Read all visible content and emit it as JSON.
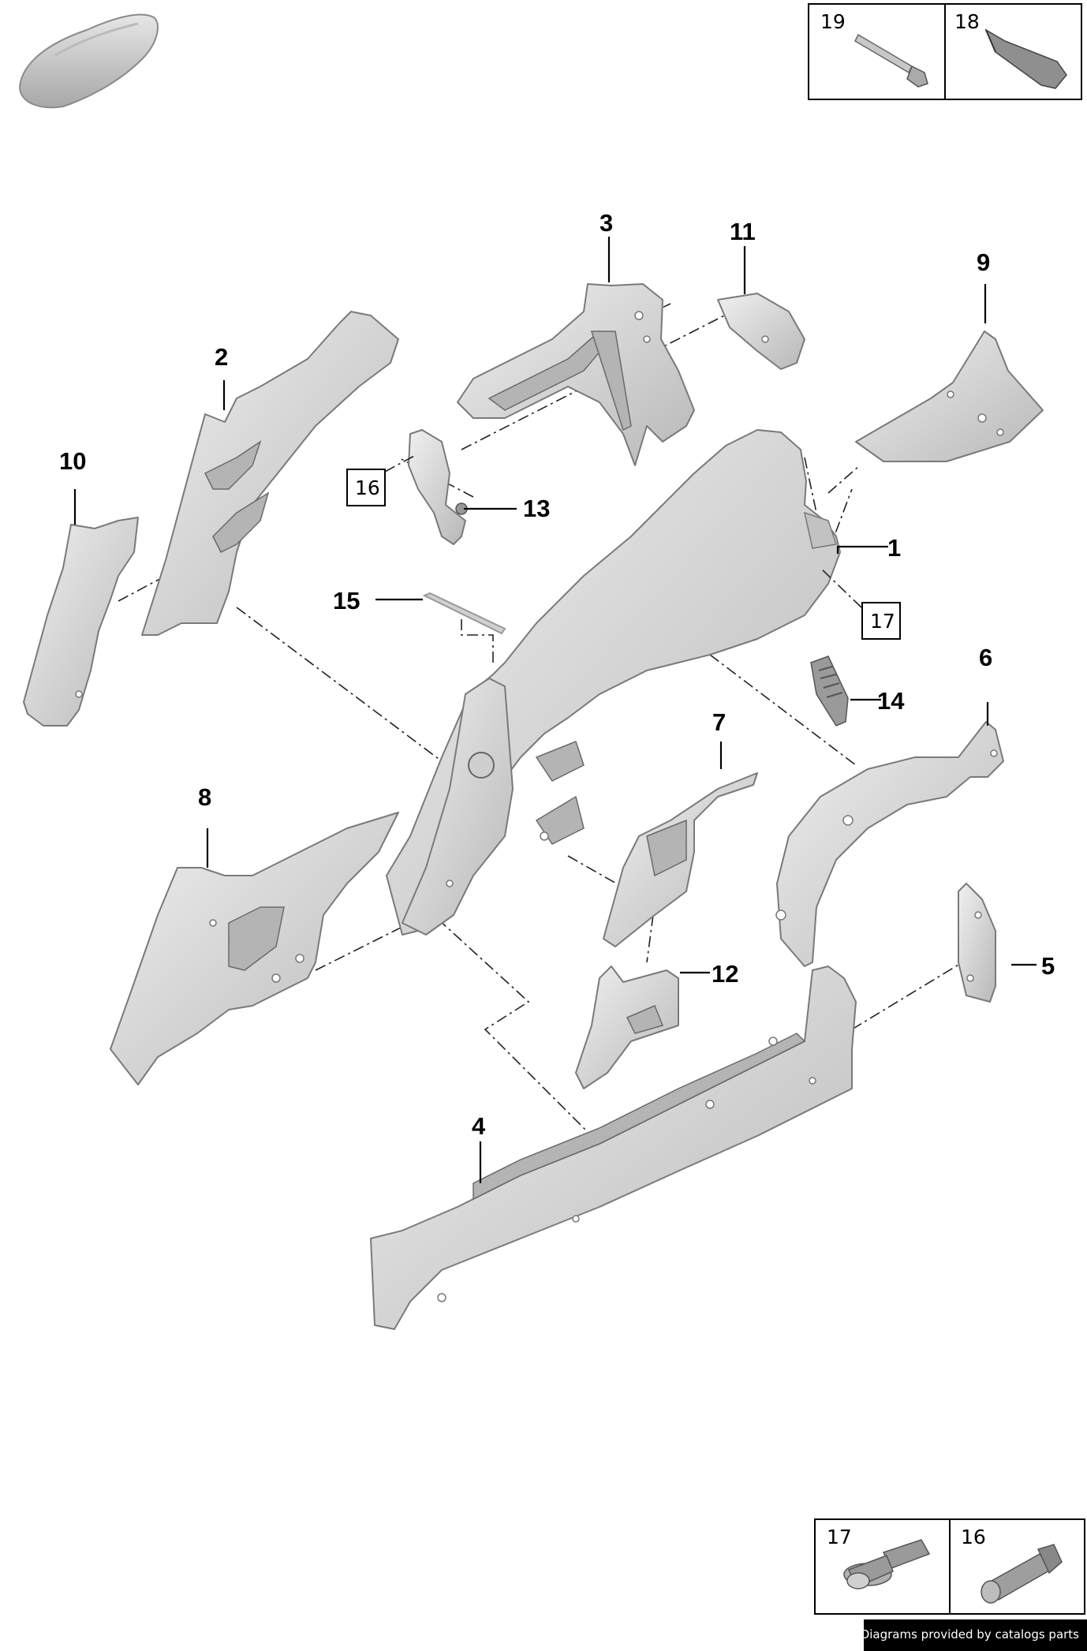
{
  "callouts": [
    "1",
    "2",
    "3",
    "4",
    "5",
    "6",
    "7",
    "8",
    "9",
    "10",
    "11",
    "12",
    "13",
    "14",
    "15"
  ],
  "boxed_refs": [
    "16",
    "17"
  ],
  "top_legend": [
    "19",
    "18"
  ],
  "bottom_legend": [
    "17",
    "16"
  ],
  "footer": {
    "credit": "Diagrams provided by catalogs parts"
  },
  "colors": {
    "part_fill": "#d9d9d9",
    "outline": "#7a7a7a",
    "text": "#000000",
    "footer_bg": "#000000"
  },
  "icons": {
    "vehicle_thumbnail": "car-thumbnail-icon",
    "sealant_nozzle": "sealant-nozzle-icon",
    "adhesive_tube": "adhesive-tube-icon",
    "flange_bolt": "flange-bolt-icon",
    "hex_bolt": "hex-bolt-icon"
  }
}
